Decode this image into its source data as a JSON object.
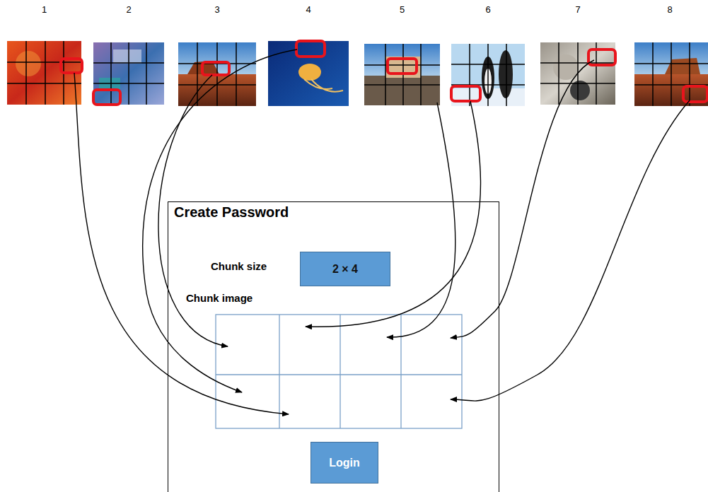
{
  "diagram": {
    "nodes": [
      {
        "text": [
          "1"
        ]
      },
      {
        "text": [
          "2"
        ]
      },
      {
        "text": [
          "3"
        ]
      },
      {
        "text": [
          "4"
        ]
      },
      {
        "text": [
          "5"
        ]
      },
      {
        "text": [
          "6"
        ]
      },
      {
        "text": [
          "7"
        ]
      },
      {
        "text": [
          "8"
        ]
      },
      {
        "text": [
          "Create Password",
          "Chunk size",
          "Chunk image"
        ]
      },
      {
        "text": [
          "2 × 4"
        ],
        "in": 8
      },
      {
        "text": [
          "Login"
        ],
        "in": 8
      }
    ]
  }
}
